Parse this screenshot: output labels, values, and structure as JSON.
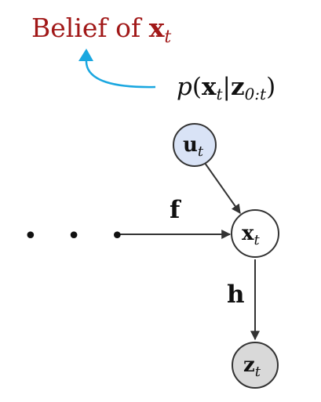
{
  "colors": {
    "belief": "#a11818",
    "curve": "#1aa7e0",
    "u_fill": "#d9e3f6",
    "x_fill": "#ffffff",
    "z_fill": "#d9d9d9",
    "stroke": "#333333",
    "text": "#111111"
  },
  "belief": {
    "prefix": "Belief of ",
    "var": "x",
    "sub": "t"
  },
  "posterior": {
    "p": "p",
    "open": "(",
    "x": "x",
    "x_sub": "t",
    "bar": "|",
    "z": "z",
    "z_sub": "0:t",
    "close": ")"
  },
  "nodes": {
    "u": {
      "var": "u",
      "sub": "t"
    },
    "x": {
      "var": "x",
      "sub": "t"
    },
    "z": {
      "var": "z",
      "sub": "t"
    }
  },
  "edges": {
    "f": "f",
    "h": "h"
  },
  "ellipsis": "• • •"
}
